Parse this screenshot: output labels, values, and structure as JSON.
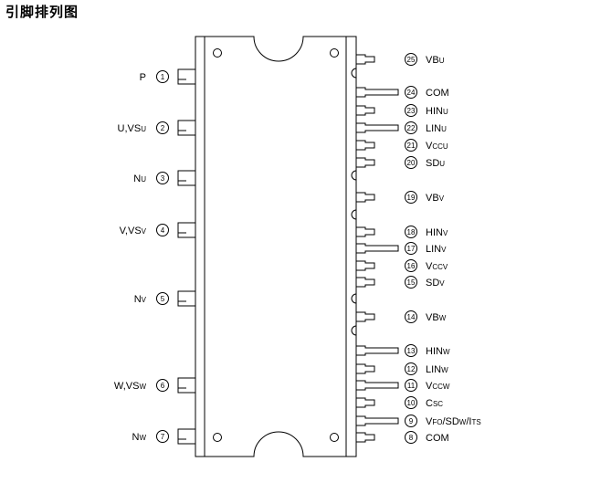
{
  "title": "引脚排列图",
  "left_pins": [
    {
      "num": "1",
      "name": "P",
      "sub": ""
    },
    {
      "num": "2",
      "name": "U,VS",
      "sub": "U"
    },
    {
      "num": "3",
      "name": "N",
      "sub": "U"
    },
    {
      "num": "4",
      "name": "V,VS",
      "sub": "V"
    },
    {
      "num": "5",
      "name": "N",
      "sub": "V"
    },
    {
      "num": "6",
      "name": "W,VS",
      "sub": "W"
    },
    {
      "num": "7",
      "name": "N",
      "sub": "W"
    }
  ],
  "right_pins": [
    {
      "num": "25",
      "parts": [
        {
          "t": "VB",
          "s": false
        },
        {
          "t": "U",
          "s": true
        }
      ]
    },
    {
      "num": "24",
      "parts": [
        {
          "t": "COM",
          "s": false
        }
      ]
    },
    {
      "num": "23",
      "parts": [
        {
          "t": "HIN",
          "s": false
        },
        {
          "t": "U",
          "s": true
        }
      ]
    },
    {
      "num": "22",
      "parts": [
        {
          "t": "LIN",
          "s": false
        },
        {
          "t": "U",
          "s": true
        }
      ]
    },
    {
      "num": "21",
      "parts": [
        {
          "t": "V",
          "s": false
        },
        {
          "t": "CCU",
          "s": true
        }
      ]
    },
    {
      "num": "20",
      "parts": [
        {
          "t": "SD",
          "s": false
        },
        {
          "t": "U",
          "s": true
        }
      ]
    },
    {
      "num": "19",
      "parts": [
        {
          "t": "VB",
          "s": false
        },
        {
          "t": "V",
          "s": true
        }
      ]
    },
    {
      "num": "18",
      "parts": [
        {
          "t": "HIN",
          "s": false
        },
        {
          "t": "V",
          "s": true
        }
      ]
    },
    {
      "num": "17",
      "parts": [
        {
          "t": "LIN",
          "s": false
        },
        {
          "t": "V",
          "s": true
        }
      ]
    },
    {
      "num": "16",
      "parts": [
        {
          "t": "V",
          "s": false
        },
        {
          "t": "CCV",
          "s": true
        }
      ]
    },
    {
      "num": "15",
      "parts": [
        {
          "t": "SD",
          "s": false
        },
        {
          "t": "V",
          "s": true
        }
      ]
    },
    {
      "num": "14",
      "parts": [
        {
          "t": "VB",
          "s": false
        },
        {
          "t": "W",
          "s": true
        }
      ]
    },
    {
      "num": "13",
      "parts": [
        {
          "t": "HIN",
          "s": false
        },
        {
          "t": "W",
          "s": true
        }
      ]
    },
    {
      "num": "12",
      "parts": [
        {
          "t": "LIN",
          "s": false
        },
        {
          "t": "W",
          "s": true
        }
      ]
    },
    {
      "num": "11",
      "parts": [
        {
          "t": "V",
          "s": false
        },
        {
          "t": "CCW",
          "s": true
        }
      ]
    },
    {
      "num": "10",
      "parts": [
        {
          "t": "C",
          "s": false
        },
        {
          "t": "SC",
          "s": true
        }
      ]
    },
    {
      "num": "9",
      "parts": [
        {
          "t": "V",
          "s": false
        },
        {
          "t": "FO",
          "s": true
        },
        {
          "t": "/SD",
          "s": false
        },
        {
          "t": "W",
          "s": true
        },
        {
          "t": "/I",
          "s": false
        },
        {
          "t": "TS",
          "s": true
        }
      ]
    },
    {
      "num": "8",
      "parts": [
        {
          "t": "COM",
          "s": false
        }
      ]
    }
  ]
}
